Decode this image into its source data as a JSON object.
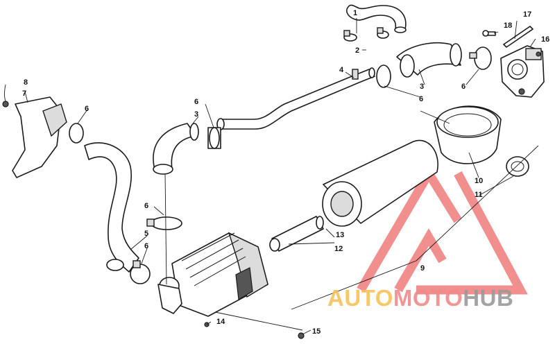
{
  "diagram": {
    "callouts": [
      "1",
      "2",
      "3",
      "3",
      "4",
      "5",
      "6",
      "6",
      "6",
      "6",
      "6",
      "6",
      "7",
      "8",
      "9",
      "10",
      "11",
      "12",
      "13",
      "14",
      "15",
      "16",
      "17",
      "18"
    ],
    "watermark": {
      "part1": "AUTO",
      "part2": "MOTO",
      "part3": "HUB",
      "colors": {
        "auto": "#f6c35a",
        "moto": "#f08a8a",
        "hub": "#9a9a9a",
        "logo": "#ef7b7b"
      }
    }
  }
}
